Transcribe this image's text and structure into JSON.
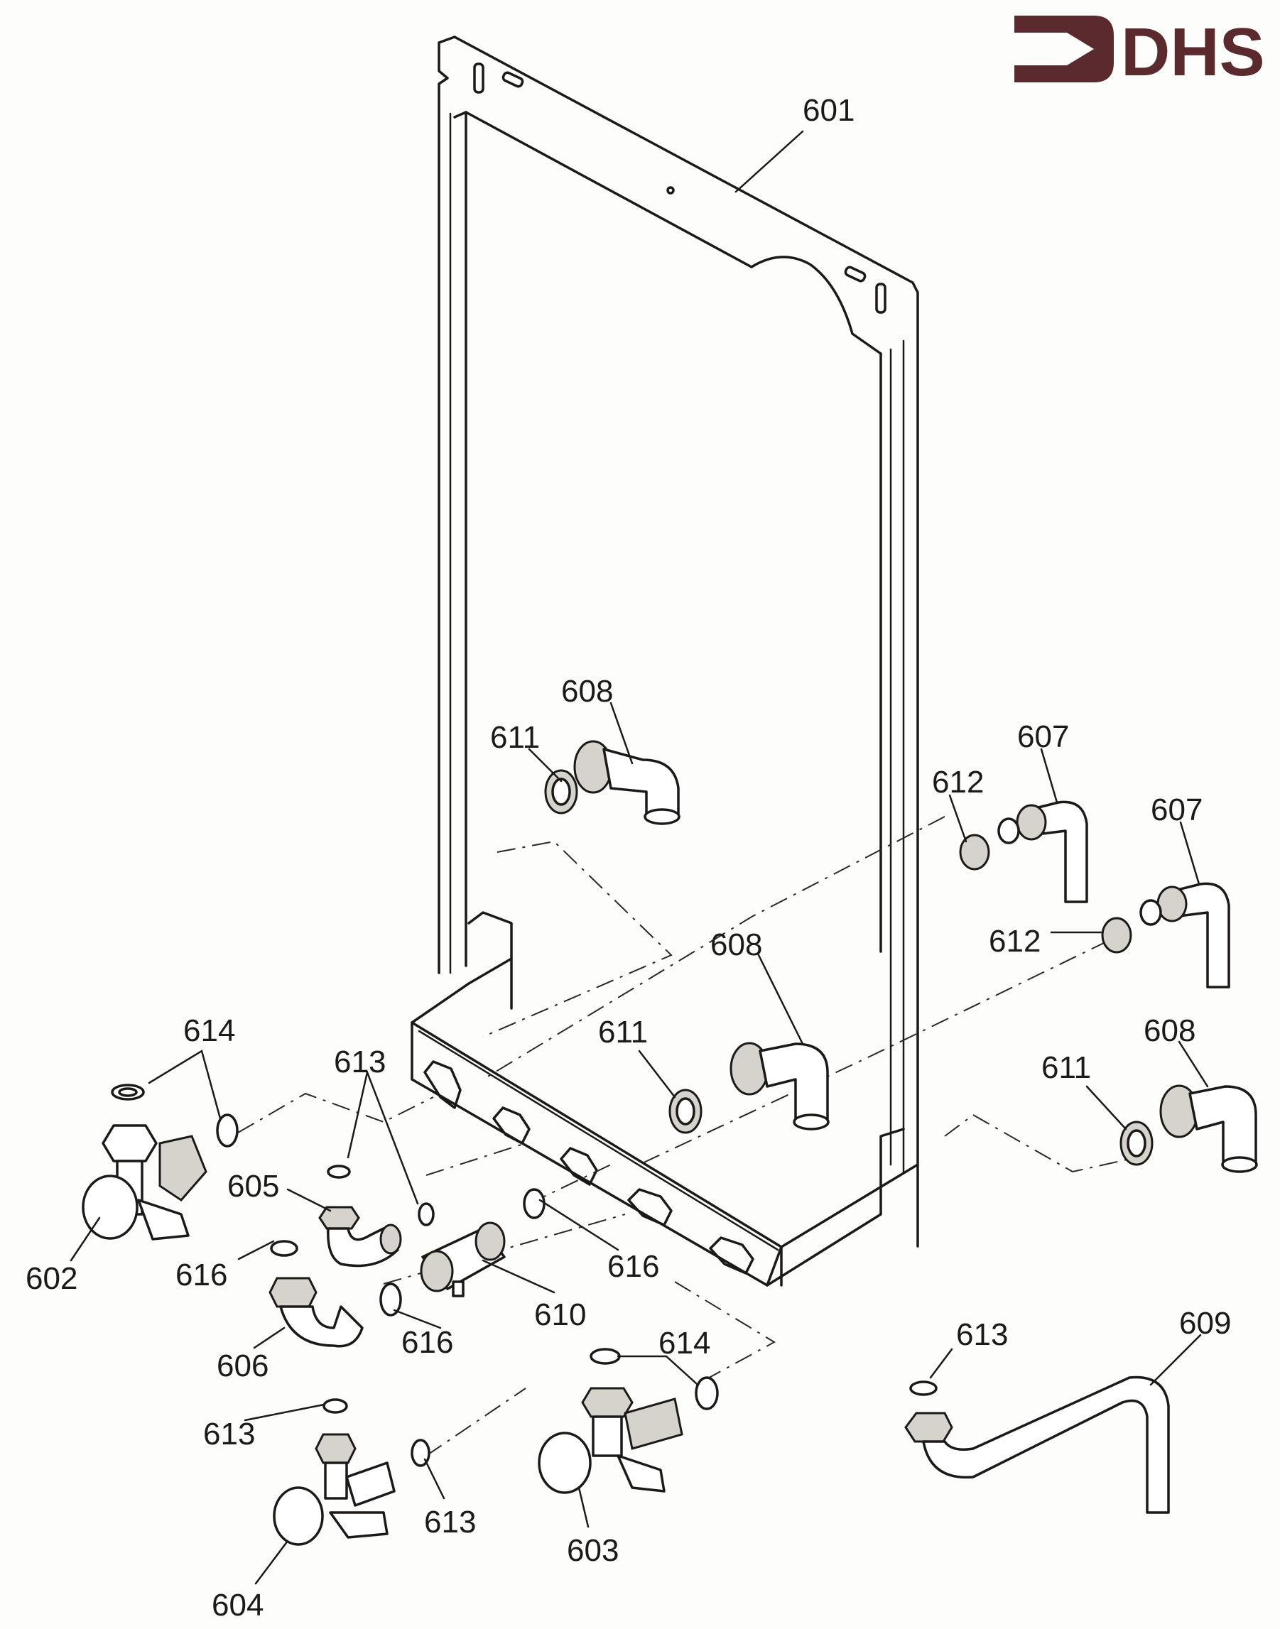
{
  "logo": {
    "text": "DHS",
    "color": "#5b2a2e",
    "icon": "arrow-bracket-icon"
  },
  "diagram": {
    "title": "Exploded parts diagram - mounting frame and valves",
    "labels": [
      {
        "id": "601",
        "text": "601"
      },
      {
        "id": "602",
        "text": "602"
      },
      {
        "id": "603",
        "text": "603"
      },
      {
        "id": "604",
        "text": "604"
      },
      {
        "id": "605",
        "text": "605"
      },
      {
        "id": "606",
        "text": "606"
      },
      {
        "id": "607a",
        "text": "607"
      },
      {
        "id": "607b",
        "text": "607"
      },
      {
        "id": "608a",
        "text": "608"
      },
      {
        "id": "608b",
        "text": "608"
      },
      {
        "id": "608c",
        "text": "608"
      },
      {
        "id": "609",
        "text": "609"
      },
      {
        "id": "610",
        "text": "610"
      },
      {
        "id": "611a",
        "text": "611"
      },
      {
        "id": "611b",
        "text": "611"
      },
      {
        "id": "611c",
        "text": "611"
      },
      {
        "id": "612a",
        "text": "612"
      },
      {
        "id": "612b",
        "text": "612"
      },
      {
        "id": "613a",
        "text": "613"
      },
      {
        "id": "613b",
        "text": "613"
      },
      {
        "id": "613c",
        "text": "613"
      },
      {
        "id": "613d",
        "text": "613"
      },
      {
        "id": "614a",
        "text": "614"
      },
      {
        "id": "614b",
        "text": "614"
      },
      {
        "id": "616a",
        "text": "616"
      },
      {
        "id": "616b",
        "text": "616"
      },
      {
        "id": "616c",
        "text": "616"
      }
    ]
  }
}
